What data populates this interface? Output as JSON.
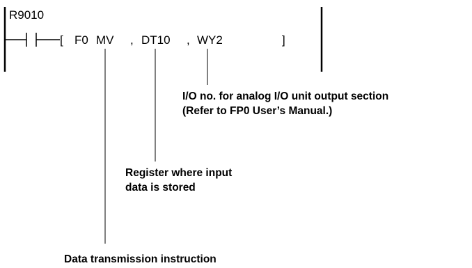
{
  "contact": {
    "label": "R9010"
  },
  "instruction": {
    "left_bracket": "[",
    "code": "F0",
    "name": "MV",
    "sep1": ",",
    "source": "DT10",
    "sep2": ",",
    "dest": "WY2",
    "right_bracket": "]"
  },
  "annotations": {
    "output_line1": "I/O no. for analog I/O unit output section",
    "output_line2": "(Refer to FP0 User’s Manual.)",
    "register_line1": "Register where input",
    "register_line2": "data is stored",
    "instruction_desc": "Data transmission instruction"
  }
}
